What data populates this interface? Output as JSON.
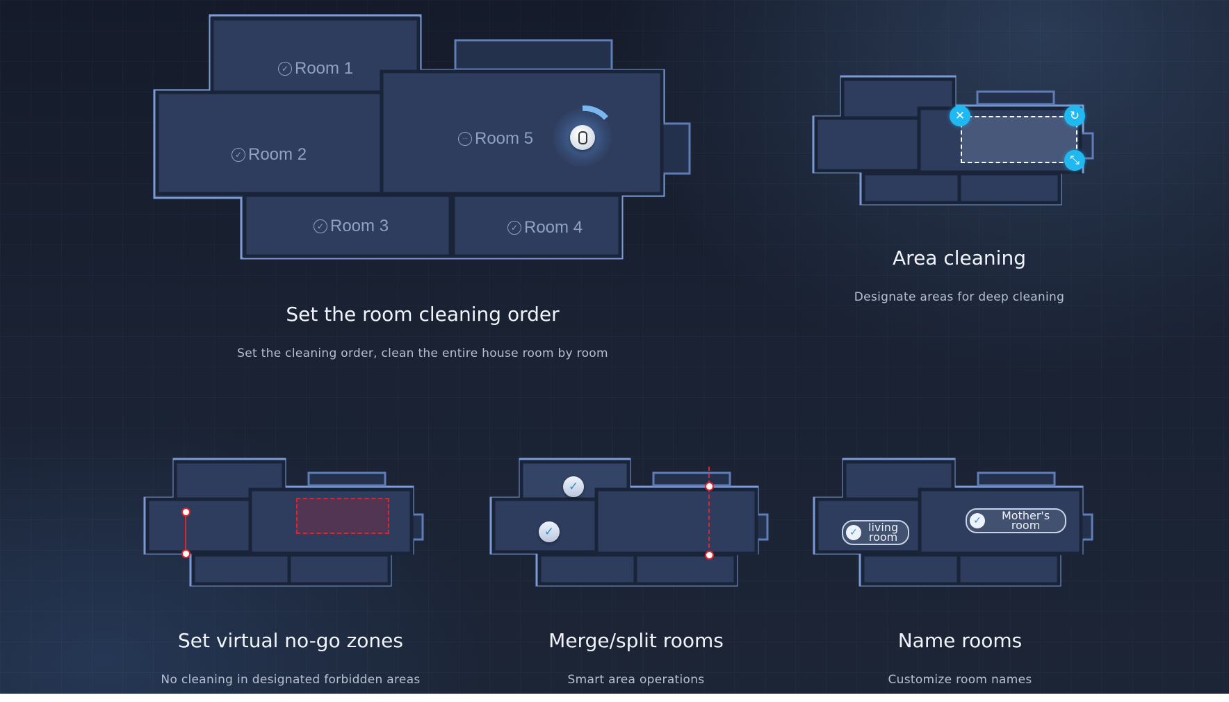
{
  "main_map": {
    "rooms": [
      {
        "id": "room-1",
        "label": "Room 1",
        "icon": "check-circle-icon"
      },
      {
        "id": "room-2",
        "label": "Room 2",
        "icon": "check-circle-icon"
      },
      {
        "id": "room-3",
        "label": "Room 3",
        "icon": "check-circle-icon"
      },
      {
        "id": "room-4",
        "label": "Room 4",
        "icon": "check-circle-icon"
      },
      {
        "id": "room-5",
        "label": "Room 5",
        "icon": "more-circle-icon"
      }
    ],
    "robot_icon": "robot-vacuum-icon"
  },
  "features": [
    {
      "title": "Set the room cleaning order",
      "desc": "Set the cleaning order, clean the entire house room by room"
    },
    {
      "title": "Area cleaning",
      "desc": "Designate areas for deep cleaning"
    },
    {
      "title": "Set virtual no-go zones",
      "desc": "No cleaning in designated forbidden areas"
    },
    {
      "title": "Merge/split rooms",
      "desc": "Smart area operations"
    },
    {
      "title": "Name rooms",
      "desc": "Customize room names"
    }
  ],
  "area_cleaning": {
    "handles": [
      "close-icon",
      "rotate-icon",
      "resize-icon"
    ],
    "glyphs": {
      "close": "✕",
      "rotate": "↻",
      "resize": "⤡"
    }
  },
  "name_tags": [
    {
      "line1": "living",
      "line2": "room"
    },
    {
      "line1": "Mother's",
      "line2": "room"
    }
  ],
  "glyphs": {
    "check": "✓",
    "more": "···"
  },
  "colors": {
    "accent": "#1fb8f0",
    "no_go": "#e0242c",
    "wall": "#7c9bd6",
    "background": "#181f2e"
  }
}
